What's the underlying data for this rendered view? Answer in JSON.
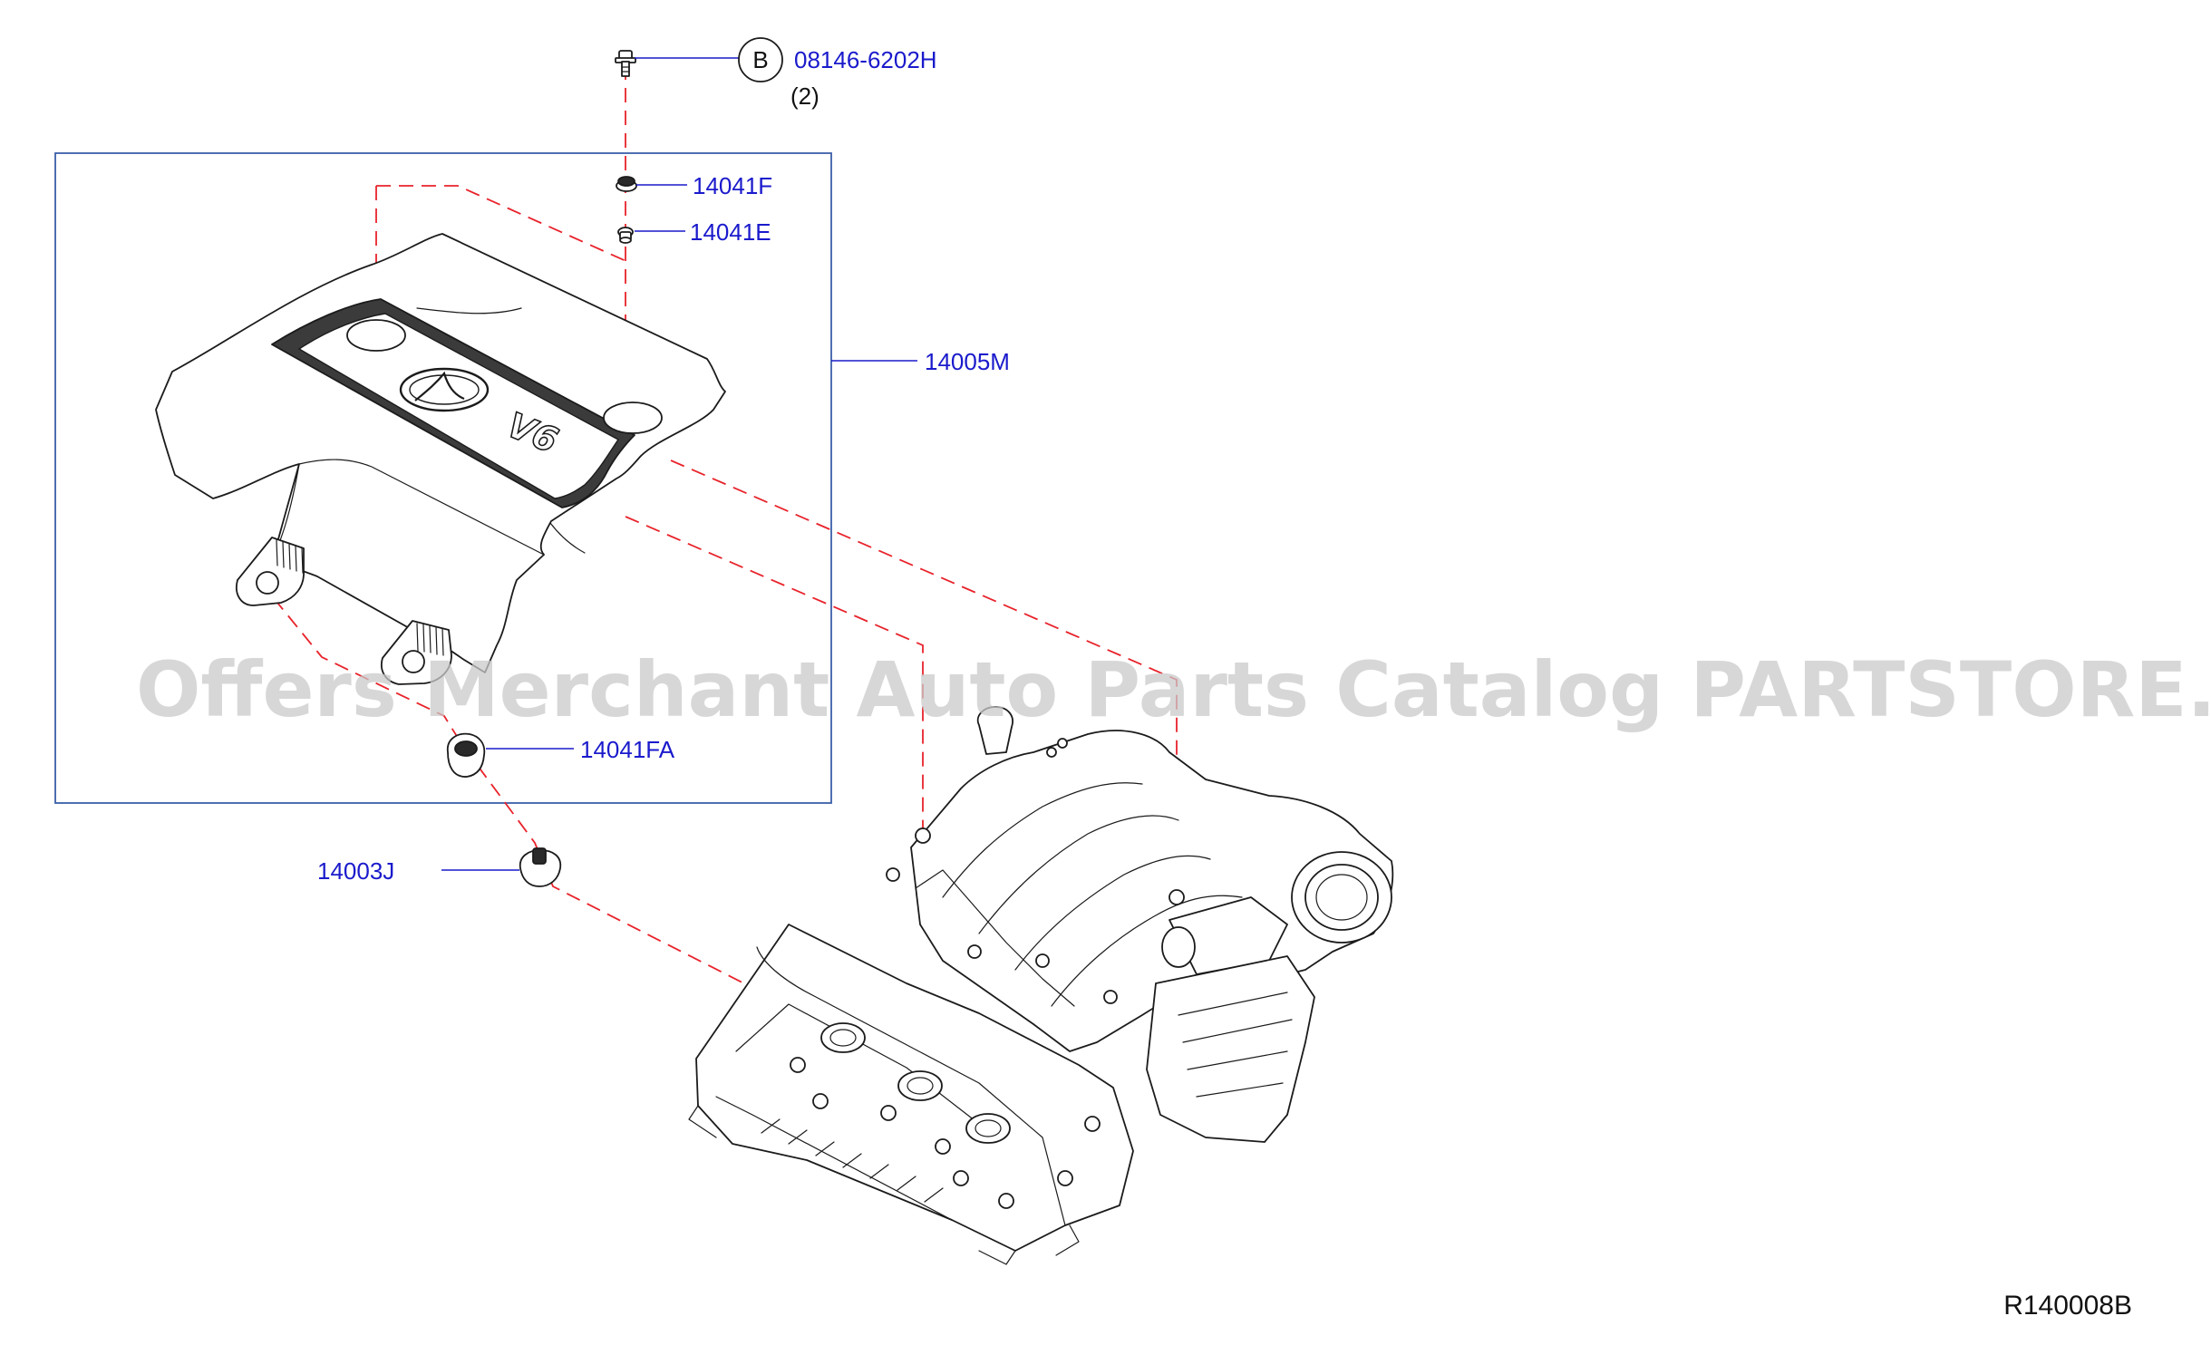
{
  "parts": {
    "bolt": {
      "number": "08146-6202H",
      "callout": "B",
      "quantity": "(2)"
    },
    "washer_top": {
      "number": "14041F"
    },
    "grommet_top": {
      "number": "14041E"
    },
    "engine_cover": {
      "number": "14005M"
    },
    "grommet_bottom": {
      "number": "14041FA"
    },
    "clip": {
      "number": "14003J"
    }
  },
  "cover_emblem": {
    "text": "V6",
    "logo": "infiniti-logo"
  },
  "watermark": "Offers Merchant Auto Parts Catalog PARTSTORE.SA",
  "diagram_ref": "R140008B",
  "colors": {
    "part_number": "#1a1acc",
    "guide_line": "#e8232b",
    "frame": "#3b5ea8",
    "ink": "#1b1b1b"
  }
}
